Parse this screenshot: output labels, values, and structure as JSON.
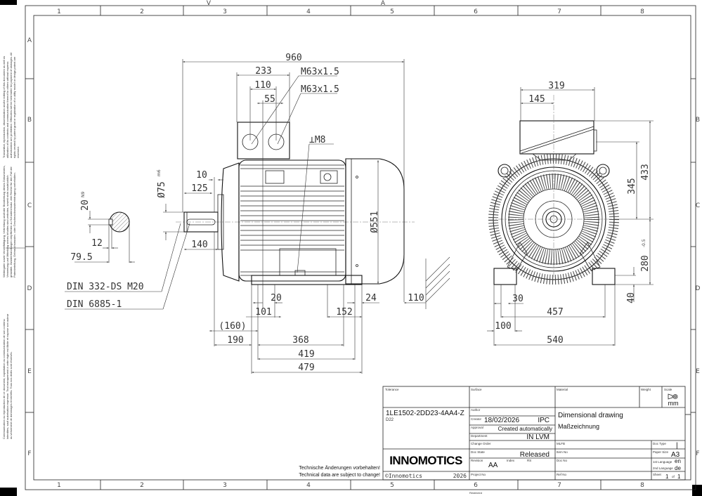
{
  "sheet": {
    "columns": [
      "1",
      "2",
      "3",
      "4",
      "5",
      "6",
      "7",
      "8"
    ],
    "rows": [
      "A",
      "B",
      "C",
      "D",
      "E",
      "F"
    ],
    "top_marks": [
      "V",
      "A"
    ],
    "classification": "Restricted",
    "legal_en": "Transmittal, reproduction, dissemination and/or editing of this document as well as utilization of its contents and communication thereof to others without express authorization are prohibited. Offenders will be held liable for payment of damages. All rights created by patent grant or registration of a utility model or design patent are reserved.",
    "legal_de": "Weitergabe sowie Vervielfältigung, Verbreitung und/oder Bearbeitung dieses Dokumentes, Verwertung und Mitteilung seines Inhaltes sind verboten, soweit nicht ausdrücklich gestattet. Zuwiderhandlungen verpflichten zu Schadenersatz. Alle Rechte für den Fall der Patenterteilung, Gebrauchsmuster- oder Geschmacksmustereintragung vorbehalten.",
    "legal_fr": "Communication ou reproduction de ce document, exploitation ou communication de son contenu interdites, sauf autorisation expresse. Tout manquement à cette règle est illicite et expose son auteur au versement de dommages et intérêts. Tous nos droits sont réservés."
  },
  "side_view": {
    "overall_length": "960",
    "tbox_width": "233",
    "gland_spacing": "110",
    "gland_offset": "55",
    "gland_1": "M63x1.5",
    "gland_2": "M63x1.5",
    "earth_thread": "⊥M8",
    "shaft_shoulder": "10",
    "key_length": "125",
    "shaft_diameter": "Ø75",
    "shaft_tol": "m6",
    "shaft_length": "140",
    "diameter_551": "Ø551",
    "foot_slot": "20",
    "foot_101": "101",
    "foot_152": "152",
    "foot_24": "24",
    "fan_clearance": "110",
    "dim_160": "(160)",
    "dim_190": "190",
    "dim_368": "368",
    "dim_419": "419",
    "dim_479": "479",
    "centre_hole": "DIN 332-DS M20",
    "key_std": "DIN 6885-1"
  },
  "key_section": {
    "key_width": "20",
    "key_tol": "N9",
    "key_depth": "12",
    "dim_79_5": "79.5"
  },
  "front_view": {
    "tbox_width": "319",
    "tbox_offset": "145",
    "height_433": "433",
    "height_345": "345",
    "shaft_height": "280",
    "shaft_height_tol": "-0.5",
    "foot_height": "40",
    "foot_30": "30",
    "foot_457": "457",
    "foot_100": "100",
    "foot_540": "540"
  },
  "notes": {
    "de": "Technische Änderungen vorbehalten!",
    "en": "Technical data are subject to change!"
  },
  "title_block": {
    "tolerance_label": "Tolerance",
    "surface_label": "Surface",
    "material_label": "Material",
    "weight_label": "Weight",
    "scale_label": "Scale",
    "scale_unit": "mm",
    "part_number": "1LE1502-2DD23-4AA4-Z",
    "part_sub": "D22",
    "author_label": "Author",
    "creator_label": "Creator",
    "creator_date": "18/02/2026",
    "creator_name": "IPC",
    "approval_label": "Approval",
    "approval_value": "Created automatically",
    "department_label": "Department",
    "department_value": "IN LVM",
    "title_en": "Dimensional drawing",
    "title_de": "Maßzeichnung",
    "change_order_label": "Change Order",
    "mlfb_label": "MLFB",
    "doc_type_label": "Doc Type",
    "doc_type_value": "|",
    "doc_state_label": "Doc State",
    "doc_state_value": "Released",
    "item_no_label": "Item No",
    "paper_size_label": "Paper Size",
    "paper_size_value": "A3",
    "revision_label": "Revision",
    "revision_value": "AA",
    "index_label": "Index",
    "rs_label": "RS",
    "doc_no_label": "Doc No",
    "lang1_label": "1st Language",
    "lang1_value": "en",
    "lang2_label": "2nd Language",
    "lang2_value": "de",
    "logo": "INNOMOTICS",
    "copyright": "©Innomotics",
    "year": "2026",
    "project_label": "Project No",
    "ref_label": "Ref No",
    "sheet_label": "Sheet",
    "sheet_value": "1",
    "of_label": "of",
    "sheet_total": "1"
  }
}
